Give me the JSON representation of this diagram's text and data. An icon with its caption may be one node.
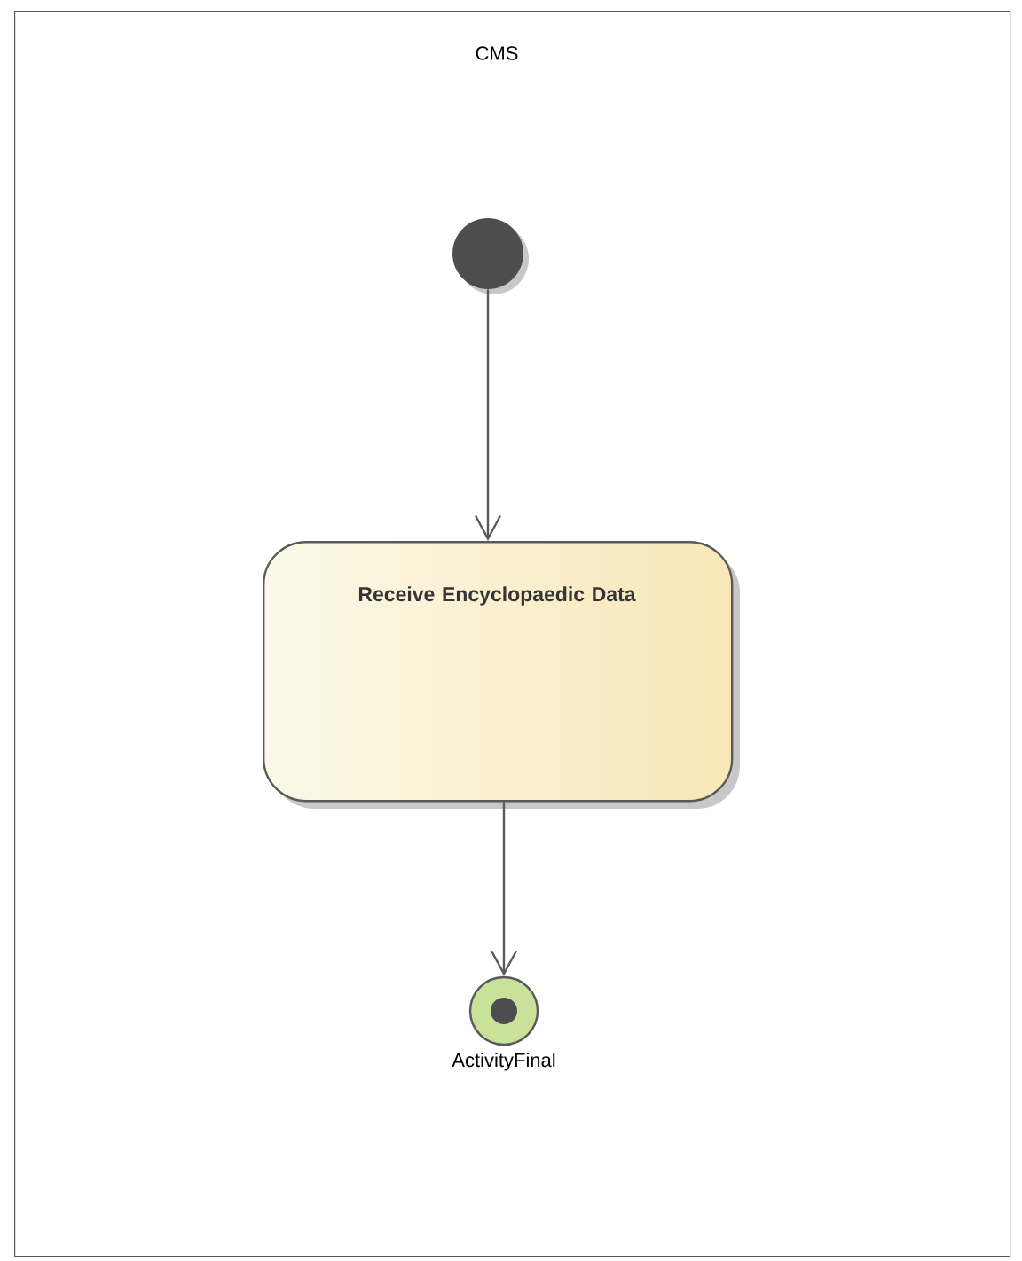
{
  "diagram": {
    "nodes": [
      {
        "text": [
          "CMS"
        ]
      },
      {
        "text": [],
        "shape": "circle",
        "in": 0
      },
      {
        "text": [
          "Receive Encyclopaedic Data"
        ],
        "in": 0
      },
      {
        "text": [],
        "shape": "circle",
        "in": 0,
        "beside": [
          "ActivityFinal"
        ]
      }
    ],
    "edges": [
      {
        "from": 1,
        "to": 2,
        "arrow": "to"
      },
      {
        "from": 2,
        "to": 3,
        "arrow": "to"
      }
    ]
  }
}
